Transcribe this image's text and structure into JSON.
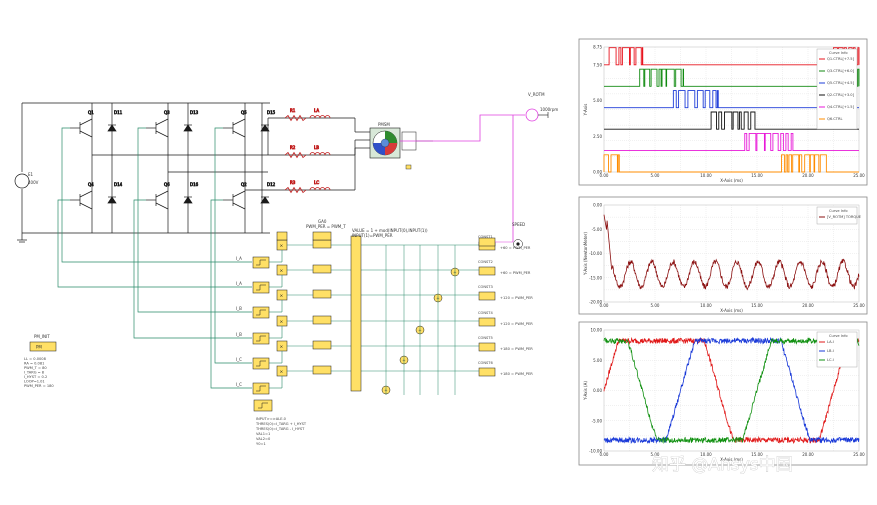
{
  "circuit": {
    "source_name": "E1",
    "source_value": "400V",
    "switches_top": [
      "Q1",
      "D11",
      "Q3",
      "D13",
      "Q5",
      "D15"
    ],
    "switches_bottom": [
      "Q4",
      "D14",
      "Q6",
      "D16",
      "Q2",
      "D12"
    ],
    "resistors": [
      "R1",
      "R2",
      "R3"
    ],
    "inductors": [
      "LA",
      "LB",
      "LC"
    ],
    "pmsm_label": "PMSM",
    "speed_block_label": "V_ROTM",
    "speed_value": "1000rpm",
    "probe_label": "SPEED",
    "params": {
      "title": "PM_INIT",
      "box_label": "PM",
      "lines": [
        "LL = 0.0008",
        "RA = 0.081",
        "PWM_T = 80",
        "I_TARG = 8",
        "I_HYST = 0.2",
        "LOOP=1.01",
        "PWM_PER = 180"
      ]
    },
    "top_eq_lines": [
      "GA0",
      "PWM_PER = PWM_T",
      "VALUE = 1 + mod(INPUT(0),INPUT(1))",
      "INPUT(1)=PWM_PER"
    ],
    "pwm_labels": [
      "+60 = PWM_PER",
      "+60 = PWM_PER",
      "+120 = PWM_PER",
      "+120 = PWM_PER",
      "+180 = PWM_PER",
      "+180 = PWM_PER"
    ],
    "phase_labels": [
      "I_A",
      "I_A",
      "I_B",
      "I_B",
      "I_C",
      "I_C"
    ],
    "const_labels": [
      "CONST1",
      "CONST2",
      "CONST3",
      "CONST4",
      "CONST5",
      "CONST6"
    ],
    "bottom_eq_lines": [
      "INPUT>=>ALE.0",
      "THRES(0)=I_TARG + I_HYST",
      "THRES(0)=I_TARG - I_HYST",
      "VAL1=1",
      "VAL2=0",
      "Y0=1"
    ]
  },
  "chart_data": [
    {
      "type": "line",
      "title": "",
      "xlabel": "X-Axis (ms)",
      "ylabel": "Y-Axis",
      "xlim": [
        0,
        25
      ],
      "ylim": [
        0,
        8.75
      ],
      "x_ticks": [
        "0.00",
        "5.00",
        "10.00",
        "15.00",
        "20.00",
        "25.00"
      ],
      "y_ticks": [
        "0.00",
        "2.50",
        "5.00",
        "7.50",
        "8.75"
      ],
      "legend_title": "Curve Info",
      "legend_position": "top-right",
      "series": [
        {
          "name": "Q1.CTRL[+7.5]",
          "color": "#e8141e",
          "baseline": 7.5,
          "active": [
            [
              0.5,
              3.8
            ],
            [
              22.5,
              25.0
            ]
          ]
        },
        {
          "name": "Q3.CTRL[+6.0]",
          "color": "#108a10",
          "baseline": 6.0,
          "active": [
            [
              3.5,
              7.8
            ],
            [
              22.8,
              25.0
            ]
          ]
        },
        {
          "name": "Q5.CTRL[+4.5]",
          "color": "#1e3cd8",
          "baseline": 4.5,
          "active": [
            [
              6.8,
              11.2
            ]
          ]
        },
        {
          "name": "Q2.CTRL[+3.0]",
          "color": "#111111",
          "baseline": 3.0,
          "active": [
            [
              10.5,
              14.8
            ]
          ]
        },
        {
          "name": "Q4.CTRL[+1.5]",
          "color": "#e818d8",
          "baseline": 1.5,
          "active": [
            [
              13.8,
              18.6
            ]
          ]
        },
        {
          "name": "Q6.CTRL",
          "color": "#ff8c00",
          "baseline": 0.0,
          "active": [
            [
              0.0,
              1.5
            ],
            [
              17.4,
              21.8
            ]
          ]
        }
      ]
    },
    {
      "type": "line",
      "title": "",
      "xlabel": "X-Axis (ms)",
      "ylabel": "Y-Axis (NewtonMeter)",
      "xlim": [
        0,
        25
      ],
      "ylim": [
        -20,
        0
      ],
      "x_ticks": [
        "0.00",
        "5.00",
        "10.00",
        "15.00",
        "20.00",
        "25.00"
      ],
      "y_ticks": [
        "0.00",
        "-5.00",
        "-10.00",
        "-15.00",
        "-20.00"
      ],
      "legend_title": "Curve Info",
      "legend_position": "top-right",
      "series": [
        {
          "name": "[V_ROTM] TORQUE",
          "color": "#8b1010",
          "initial_value": -2.0,
          "mean": -14.3,
          "ripple_amplitude": 2.6,
          "ripple_cycles": 12
        }
      ]
    },
    {
      "type": "line",
      "title": "",
      "xlabel": "X-Axis (ms)",
      "ylabel": "Y-Axis (A)",
      "xlim": [
        0,
        25
      ],
      "ylim": [
        -10,
        10
      ],
      "x_ticks": [
        "0.00",
        "5.00",
        "10.00",
        "15.00",
        "20.00",
        "25.00"
      ],
      "y_ticks": [
        "10.00",
        "5.00",
        "0.00",
        "-5.00",
        "-10.00"
      ],
      "legend_title": "Curve Info",
      "legend_position": "top-right",
      "series": [
        {
          "name": "LA.I",
          "color": "#e01818",
          "phase_deg": 0,
          "amplitude": 8.2
        },
        {
          "name": "LB.I",
          "color": "#1838d8",
          "phase_deg": -120,
          "amplitude": 8.2
        },
        {
          "name": "LC.I",
          "color": "#109010",
          "phase_deg": 120,
          "amplitude": 8.2
        }
      ]
    }
  ],
  "watermark": "知乎 @Ansys中国"
}
